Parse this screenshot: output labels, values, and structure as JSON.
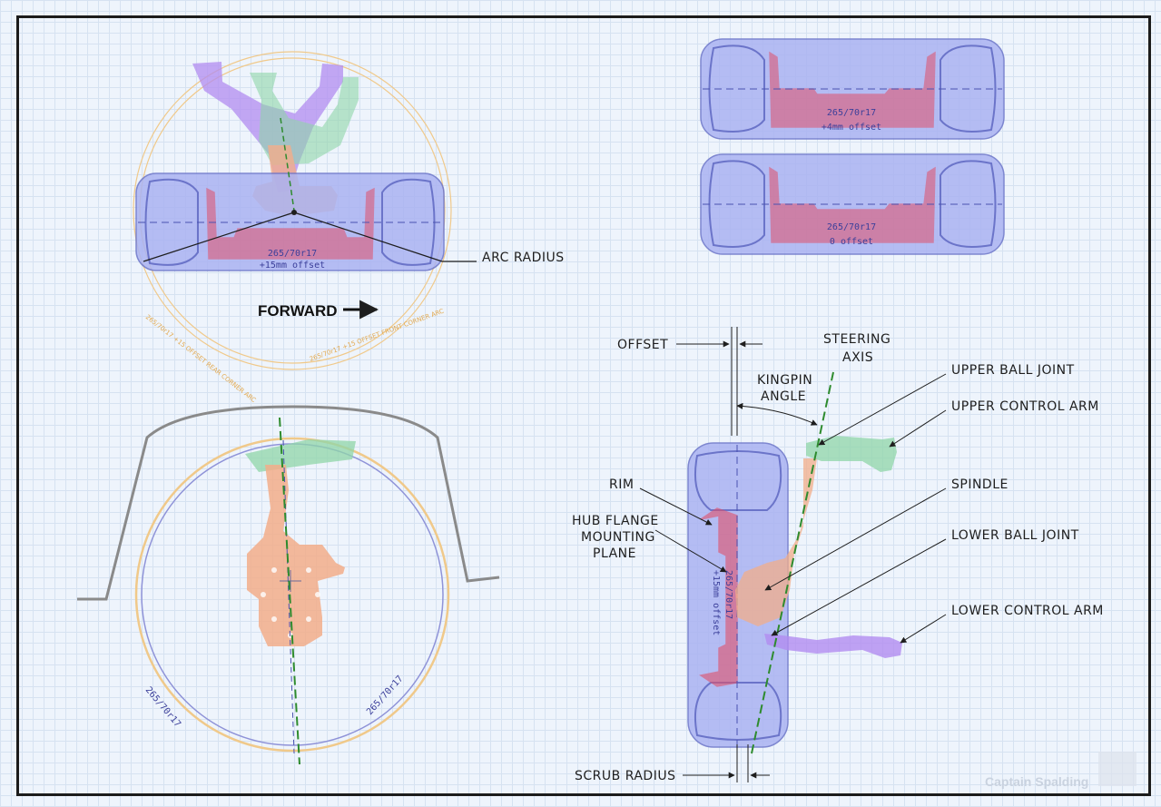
{
  "tire_top_left": {
    "size": "265/70r17",
    "offset": "+15mm offset"
  },
  "tire_top_right_1": {
    "size": "265/70r17",
    "offset": "+4mm offset"
  },
  "tire_top_right_2": {
    "size": "265/70r17",
    "offset": "0 offset"
  },
  "tire_side": {
    "size": "265/70r17",
    "offset": "+15mm offset"
  },
  "arc_radius_label": "ARC RADIUS",
  "forward_label": "FORWARD",
  "arc_text_rear": "265/70r17 +15 OFFSET REAR CORNER ARC",
  "arc_text_front": "265/70r17 +15 OFFSET FRONT CORNER ARC",
  "wheel_side_labels": {
    "left": "265/70r17",
    "right": "265/70r17"
  },
  "callouts": {
    "offset": "OFFSET",
    "steering_axis_1": "STEERING",
    "steering_axis_2": "AXIS",
    "kingpin_1": "KINGPIN",
    "kingpin_2": "ANGLE",
    "upper_ball_joint": "UPPER BALL JOINT",
    "upper_control_arm": "UPPER CONTROL ARM",
    "spindle": "SPINDLE",
    "lower_ball_joint": "LOWER BALL JOINT",
    "lower_control_arm": "LOWER CONTROL ARM",
    "rim": "RIM",
    "hub_1": "HUB FLANGE",
    "hub_2": "MOUNTING",
    "hub_3": "PLANE",
    "scrub_radius": "SCRUB RADIUS"
  },
  "watermark": "Captain Spalding",
  "colors": {
    "tire_fill": "#aab3f2",
    "rim": "#e0506a",
    "upper_arm": "#8fd6a8",
    "lower_arm": "#b28cf0",
    "spindle": "#f2ad8a",
    "steering_axis": "#2e8b2e",
    "arc": "#f0c98a"
  }
}
